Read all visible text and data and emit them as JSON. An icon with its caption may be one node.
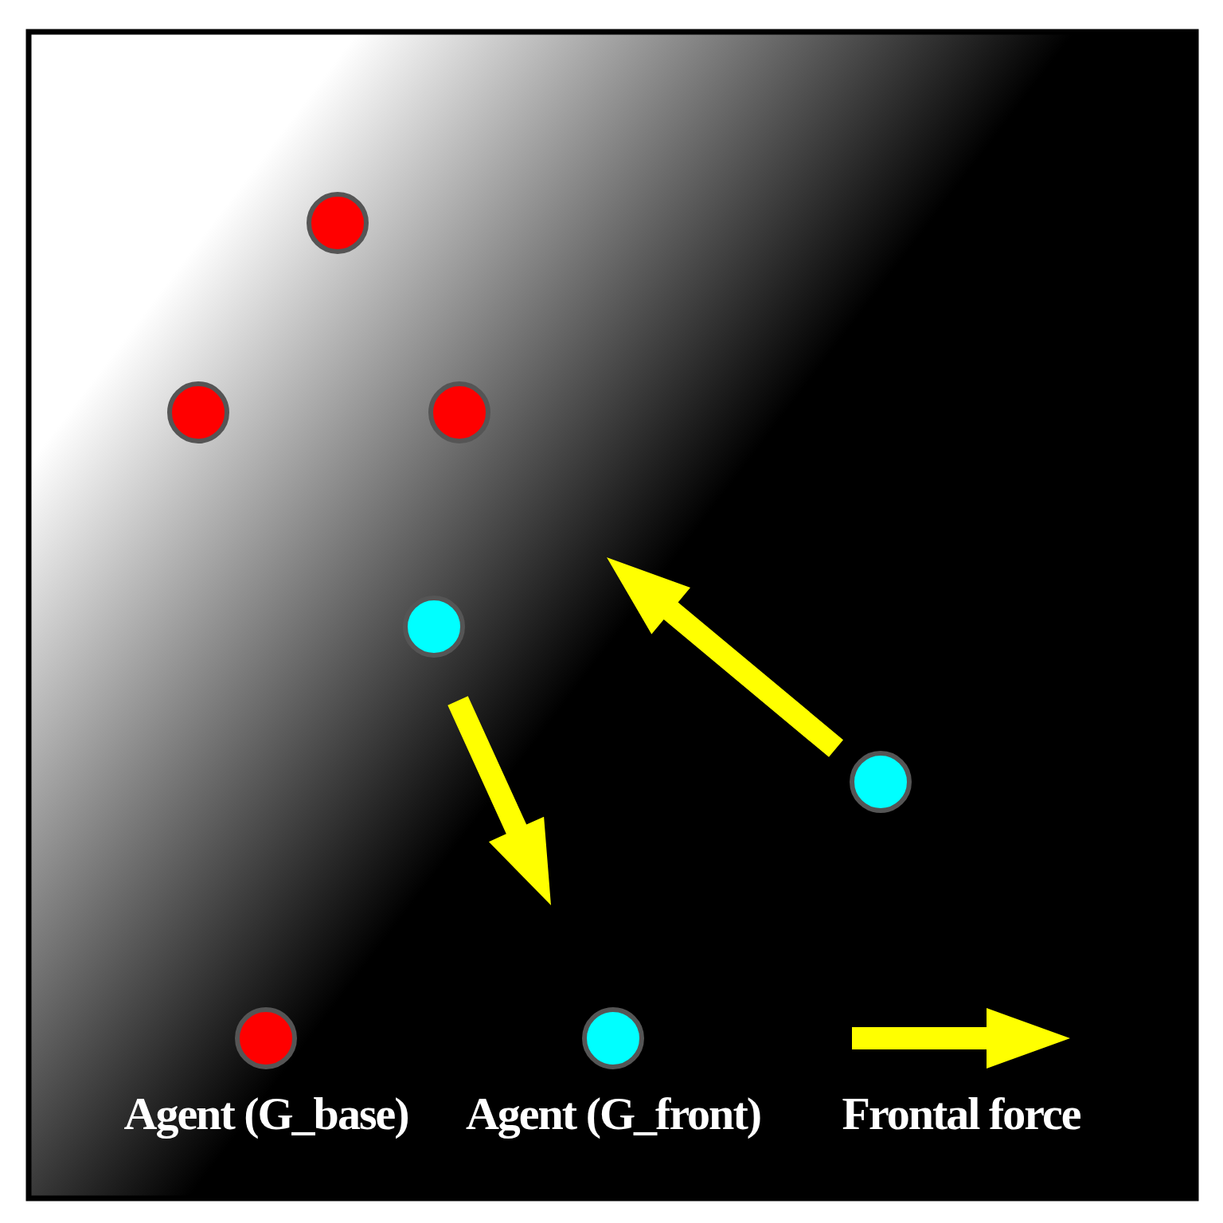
{
  "diagram": {
    "nodes": [
      {
        "text": [],
        "shape": "circle"
      },
      {
        "text": [],
        "shape": "circle"
      },
      {
        "text": [],
        "shape": "circle"
      },
      {
        "text": [],
        "shape": "circle"
      },
      {
        "text": [],
        "shape": "circle"
      }
    ],
    "legend": [
      {
        "text": "Agent (G_base)",
        "color": "#ff0000"
      },
      {
        "text": "Agent (G_front)",
        "color": "#00ffff"
      },
      {
        "text": "Frontal force"
      }
    ]
  }
}
